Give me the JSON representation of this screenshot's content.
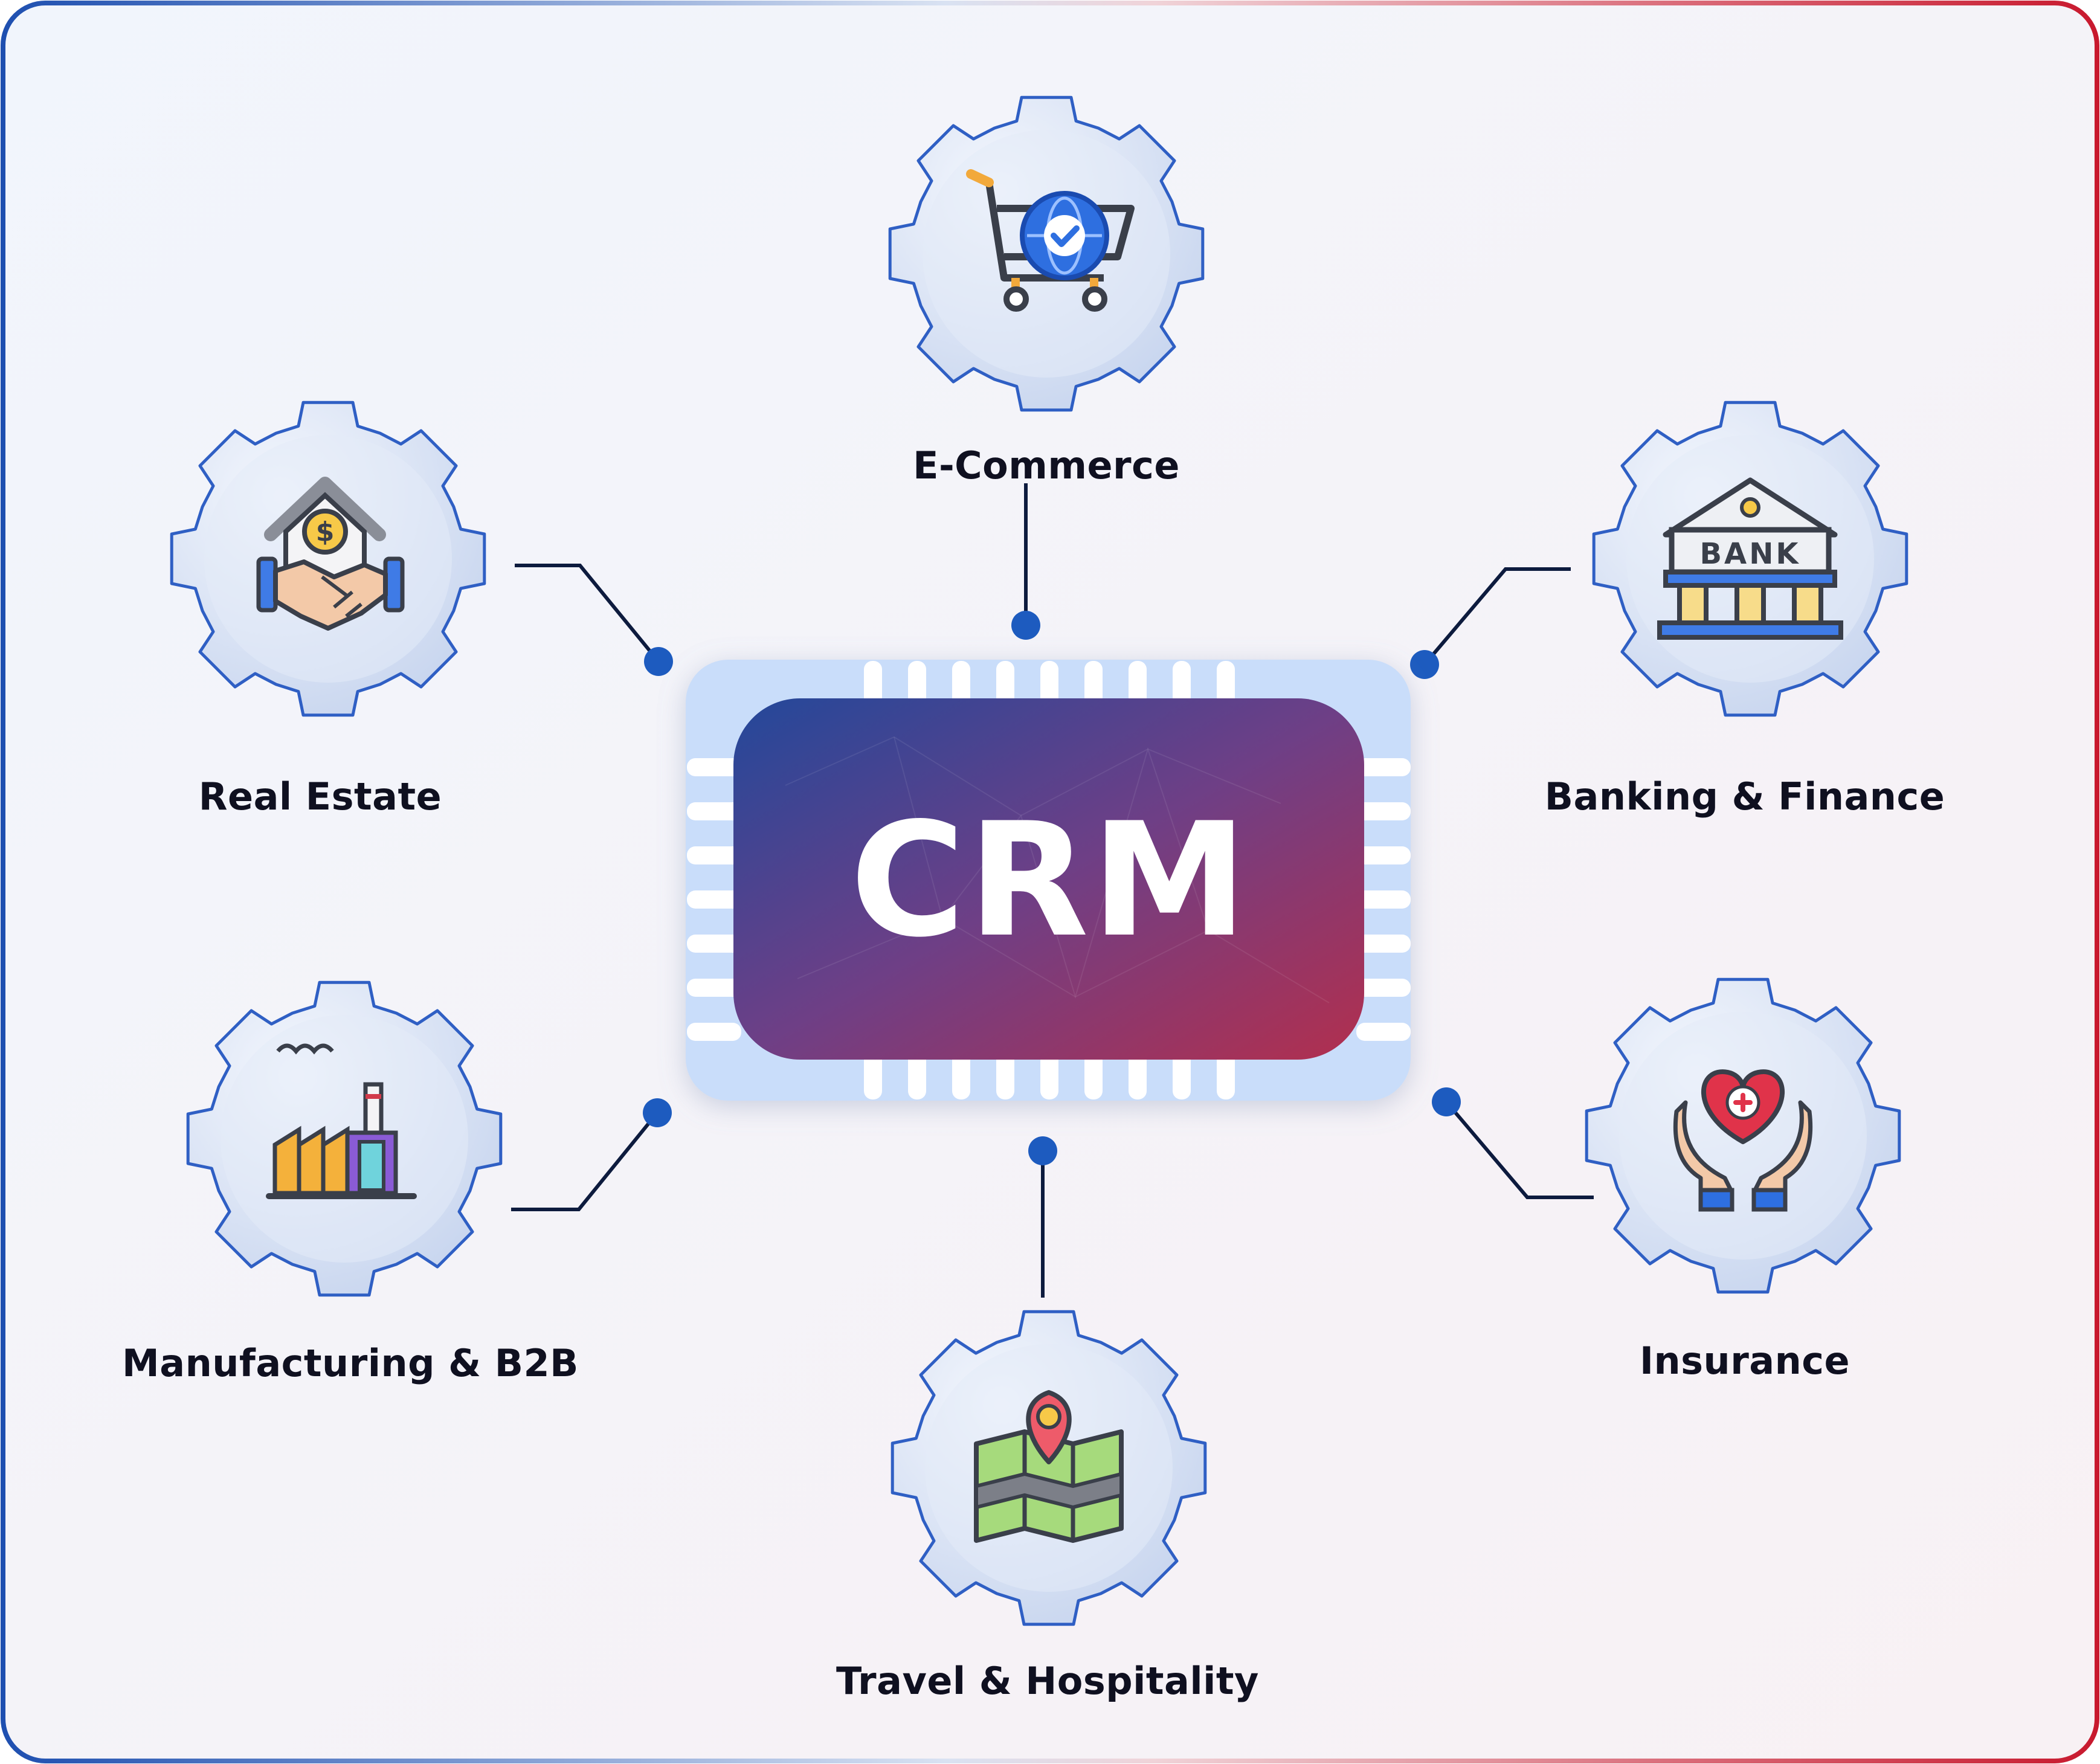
{
  "center": {
    "label": "CRM"
  },
  "industries": [
    {
      "id": "e-commerce",
      "label": "E-Commerce",
      "icon": "shopping-cart-icon"
    },
    {
      "id": "real-estate",
      "label": "Real Estate",
      "icon": "house-handshake-icon"
    },
    {
      "id": "banking-finance",
      "label": "Banking & Finance",
      "icon": "bank-icon"
    },
    {
      "id": "manufacturing-b2b",
      "label": "Manufacturing & B2B",
      "icon": "factory-icon"
    },
    {
      "id": "insurance",
      "label": "Insurance",
      "icon": "hands-heart-icon"
    },
    {
      "id": "travel-hospitality",
      "label": "Travel & Hospitality",
      "icon": "map-pin-icon"
    }
  ],
  "colors": {
    "frame_left": "#1e4fb0",
    "frame_right": "#c8192e",
    "connector": "#0d1b3e",
    "dot": "#1d5bbf",
    "chip_outer": "#c9ddfa",
    "chip_core_start": "#23489a",
    "chip_core_mid": "#6e3f86",
    "chip_core_end": "#b22f4e",
    "gear_stroke": "#2f5fc4",
    "gear_fill": "#d8e3f5"
  }
}
